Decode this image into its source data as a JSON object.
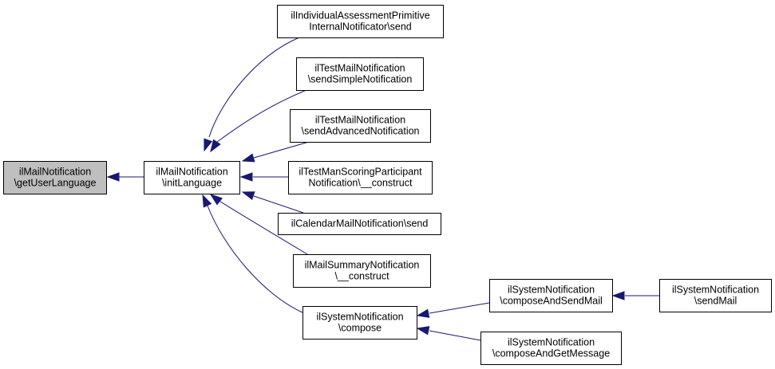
{
  "colors": {
    "edge": "#191970",
    "root_fill": "#bfbfbf",
    "node_fill": "#ffffff",
    "border": "#000000"
  },
  "nodes": [
    {
      "id": "root",
      "lines": [
        "ilMailNotification",
        "\\getUserLanguage"
      ],
      "highlighted": true
    },
    {
      "id": "init",
      "lines": [
        "ilMailNotification",
        "\\initLanguage"
      ]
    },
    {
      "id": "ia",
      "lines": [
        "ilIndividualAssessmentPrimitive",
        "InternalNotificator\\send"
      ]
    },
    {
      "id": "tsimple",
      "lines": [
        "ilTestMailNotification",
        "\\sendSimpleNotification"
      ]
    },
    {
      "id": "tadv",
      "lines": [
        "ilTestMailNotification",
        "\\sendAdvancedNotification"
      ]
    },
    {
      "id": "tman",
      "lines": [
        "ilTestManScoringParticipant",
        "Notification\\__construct"
      ]
    },
    {
      "id": "cal",
      "lines": [
        "ilCalendarMailNotification\\send"
      ]
    },
    {
      "id": "summ",
      "lines": [
        "ilMailSummaryNotification",
        "\\__construct"
      ]
    },
    {
      "id": "compose",
      "lines": [
        "ilSystemNotification",
        "\\compose"
      ]
    },
    {
      "id": "csend",
      "lines": [
        "ilSystemNotification",
        "\\composeAndSendMail"
      ]
    },
    {
      "id": "cget",
      "lines": [
        "ilSystemNotification",
        "\\composeAndGetMessage"
      ]
    },
    {
      "id": "smail",
      "lines": [
        "ilSystemNotification",
        "\\sendMail"
      ]
    }
  ],
  "edges": [
    {
      "from": "init",
      "to": "root"
    },
    {
      "from": "ia",
      "to": "init"
    },
    {
      "from": "tsimple",
      "to": "init"
    },
    {
      "from": "tadv",
      "to": "init"
    },
    {
      "from": "tman",
      "to": "init"
    },
    {
      "from": "cal",
      "to": "init"
    },
    {
      "from": "summ",
      "to": "init"
    },
    {
      "from": "compose",
      "to": "init"
    },
    {
      "from": "csend",
      "to": "compose"
    },
    {
      "from": "cget",
      "to": "compose"
    },
    {
      "from": "smail",
      "to": "csend"
    }
  ]
}
